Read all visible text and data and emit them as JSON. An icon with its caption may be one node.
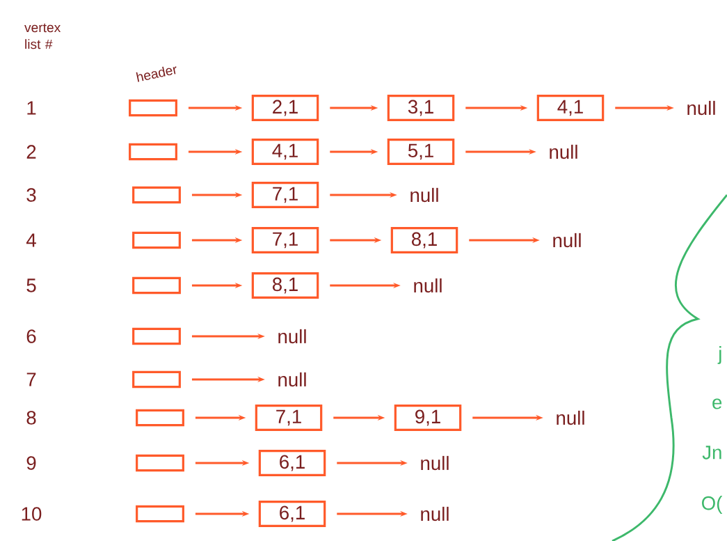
{
  "diagram": {
    "nodes": [
      {
        "text": [],
        "shape": "box"
      },
      {
        "text": [
          "2,1"
        ]
      },
      {
        "text": [
          "3,1"
        ]
      },
      {
        "text": [
          "4,1"
        ]
      },
      {
        "text": [
          "null"
        ]
      },
      {
        "text": [],
        "shape": "box"
      },
      {
        "text": [
          "4,1"
        ]
      },
      {
        "text": [
          "5,1"
        ]
      },
      {
        "text": [
          "null"
        ]
      },
      {
        "text": [],
        "shape": "box"
      },
      {
        "text": [
          "7,1"
        ]
      },
      {
        "text": [
          "null"
        ]
      },
      {
        "text": [],
        "shape": "box"
      },
      {
        "text": [
          "7,1"
        ]
      },
      {
        "text": [
          "8,1"
        ]
      },
      {
        "text": [
          "null"
        ]
      },
      {
        "text": [],
        "shape": "box"
      },
      {
        "text": [
          "8,1"
        ]
      },
      {
        "text": [
          "null"
        ]
      },
      {
        "text": [],
        "shape": "box"
      },
      {
        "text": [
          "null"
        ]
      },
      {
        "text": [],
        "shape": "box"
      },
      {
        "text": [
          "null"
        ]
      },
      {
        "text": [],
        "shape": "box"
      },
      {
        "text": [
          "7,1"
        ]
      },
      {
        "text": [
          "9,1"
        ]
      },
      {
        "text": [
          "null"
        ]
      },
      {
        "text": [],
        "shape": "box"
      },
      {
        "text": [
          "6,1"
        ]
      },
      {
        "text": [
          "null"
        ]
      },
      {
        "text": [],
        "shape": "box"
      },
      {
        "text": [
          "6,1"
        ]
      },
      {
        "text": [
          "null"
        ]
      }
    ],
    "edges": [
      {
        "from": 0,
        "to": 1,
        "arrow": "to"
      },
      {
        "from": 1,
        "to": 2,
        "arrow": "to"
      },
      {
        "from": 2,
        "to": 3,
        "arrow": "to"
      },
      {
        "from": 3,
        "to": 4,
        "arrow": "to"
      },
      {
        "from": 5,
        "to": 6,
        "arrow": "to"
      },
      {
        "from": 6,
        "to": 7,
        "arrow": "to"
      },
      {
        "from": 7,
        "to": 8,
        "arrow": "to"
      },
      {
        "from": 9,
        "to": 10,
        "arrow": "to"
      },
      {
        "from": 10,
        "to": 11,
        "arrow": "to"
      },
      {
        "from": 12,
        "to": 13,
        "arrow": "to"
      },
      {
        "from": 13,
        "to": 14,
        "arrow": "to"
      },
      {
        "from": 14,
        "to": 15,
        "arrow": "to"
      },
      {
        "from": 16,
        "to": 17,
        "arrow": "to"
      },
      {
        "from": 17,
        "to": 18,
        "arrow": "to"
      },
      {
        "from": 19,
        "to": 20,
        "arrow": "to"
      },
      {
        "from": 21,
        "to": 22,
        "arrow": "to"
      },
      {
        "from": 23,
        "to": 24,
        "arrow": "to"
      },
      {
        "from": 24,
        "to": 25,
        "arrow": "to"
      },
      {
        "from": 25,
        "to": 26,
        "arrow": "to"
      },
      {
        "from": 27,
        "to": 28,
        "arrow": "to"
      },
      {
        "from": 28,
        "to": 29,
        "arrow": "to"
      },
      {
        "from": 30,
        "to": 31,
        "arrow": "to"
      },
      {
        "from": 31,
        "to": 32,
        "arrow": "to"
      }
    ],
    "labels": [
      "vertex list #",
      "header",
      "1",
      "2",
      "3",
      "4",
      "5",
      "6",
      "7",
      "8",
      "9",
      "10",
      "j",
      "e",
      "Jn",
      "O("
    ]
  }
}
